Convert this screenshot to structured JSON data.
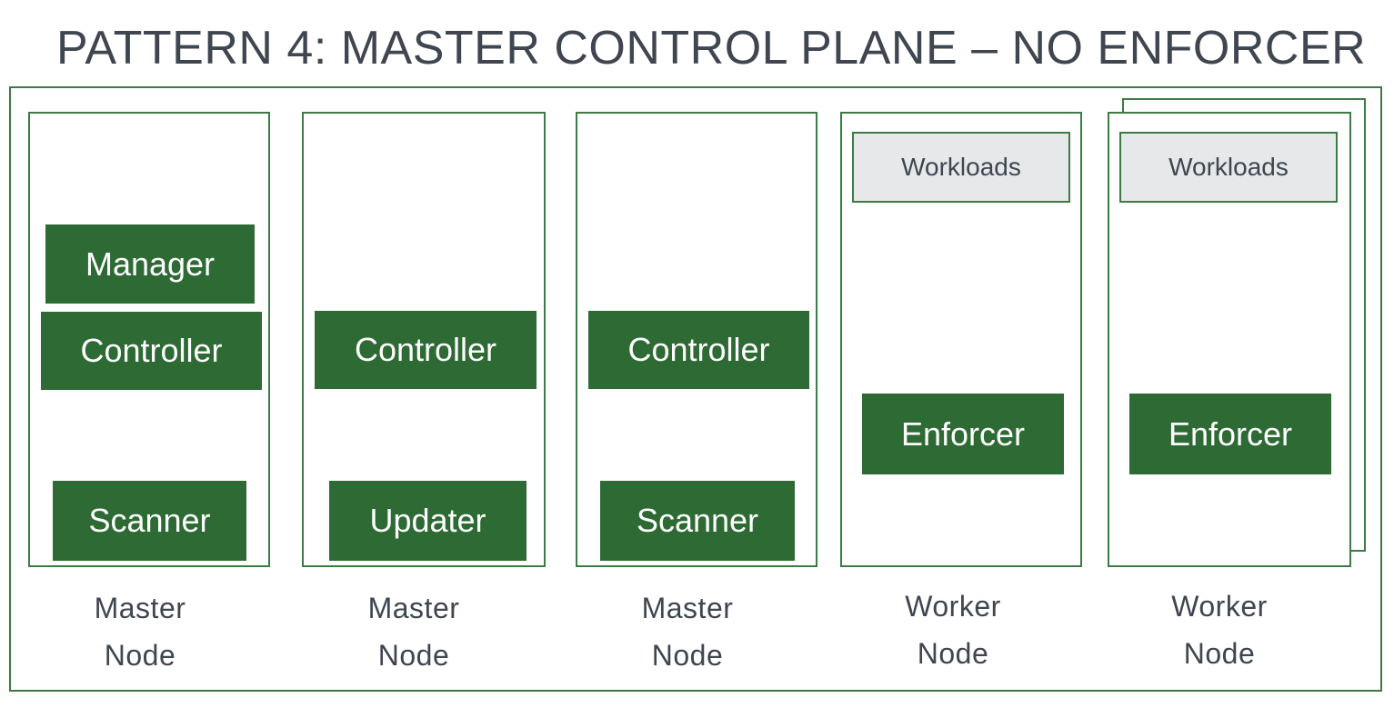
{
  "title": "PATTERN 4: MASTER CONTROL PLANE – NO ENFORCER",
  "colors": {
    "border": "#3e7a45",
    "component_fill": "#2d6a34",
    "workloads_fill": "#e7e8ea",
    "text": "#3f4650"
  },
  "nodes": [
    {
      "label_line1": "Master",
      "label_line2": "Node",
      "components": [
        "Manager",
        "Controller",
        "Scanner"
      ]
    },
    {
      "label_line1": "Master",
      "label_line2": "Node",
      "components": [
        "Controller",
        "Updater"
      ]
    },
    {
      "label_line1": "Master",
      "label_line2": "Node",
      "components": [
        "Controller",
        "Scanner"
      ]
    },
    {
      "label_line1": "Worker",
      "label_line2": "Node",
      "workloads": "Workloads",
      "components": [
        "Enforcer"
      ]
    },
    {
      "label_line1": "Worker",
      "label_line2": "Node",
      "workloads": "Workloads",
      "components": [
        "Enforcer"
      ]
    }
  ]
}
